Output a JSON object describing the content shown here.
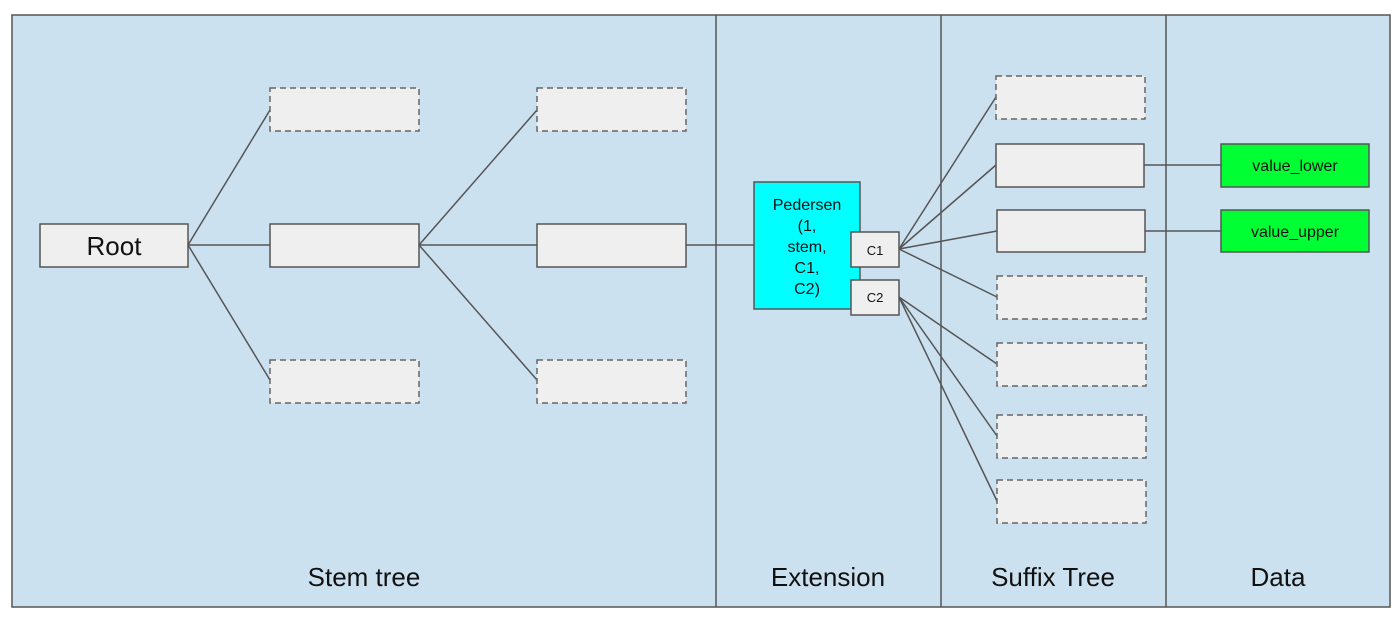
{
  "sections": [
    {
      "label": "Stem tree"
    },
    {
      "label": "Extension"
    },
    {
      "label": "Suffix Tree"
    },
    {
      "label": "Data"
    }
  ],
  "nodes": {
    "root": "Root",
    "pedersen_lines": [
      "Pedersen",
      "(1,",
      "stem,",
      "C1,",
      "C2)"
    ],
    "c1": "C1",
    "c2": "C2",
    "value_lower": "value_lower",
    "value_upper": "value_upper"
  },
  "colors": {
    "panel_bg": "#cce1f0",
    "node_bg": "#efefef",
    "pedersen": "#00ffff",
    "value": "#00ff33",
    "stroke": "#555555"
  }
}
